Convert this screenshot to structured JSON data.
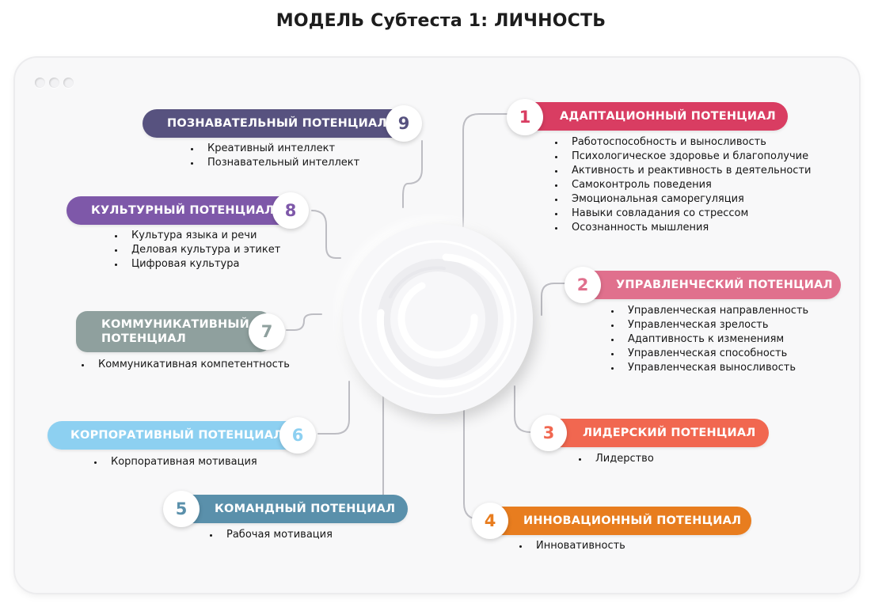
{
  "title": "МОДЕЛЬ Субтеста 1: ЛИЧНОСТЬ",
  "colors": {
    "p1": "#d93d62",
    "p2": "#e0708d",
    "p3": "#f16750",
    "p4": "#e87d1f",
    "p5": "#5a90ab",
    "p6": "#8dd0f1",
    "p7": "#8fa09e",
    "p8": "#7e58a9",
    "p9": "#57527f"
  },
  "potentials": [
    {
      "num": "1",
      "label": "АДАПТАЦИОННЫЙ ПОТЕНЦИАЛ",
      "items": [
        "Работоспособность и выносливость",
        "Психологическое здоровье и благополучие",
        "Активность и реактивность в деятельности",
        "Самоконтроль поведения",
        "Эмоциональная саморегуляция",
        "Навыки совладания со стрессом",
        "Осознанность мышления"
      ]
    },
    {
      "num": "2",
      "label": "УПРАВЛЕНЧЕСКИЙ ПОТЕНЦИАЛ",
      "items": [
        "Управленческая направленность",
        "Управленческая зрелость",
        "Адаптивность к изменениям",
        "Управленческая способность",
        "Управленческая выносливость"
      ]
    },
    {
      "num": "3",
      "label": "ЛИДЕРСКИЙ ПОТЕНЦИАЛ",
      "items": [
        "Лидерство"
      ]
    },
    {
      "num": "4",
      "label": "ИННОВАЦИОННЫЙ ПОТЕНЦИАЛ",
      "items": [
        "Инновативность"
      ]
    },
    {
      "num": "5",
      "label": "КОМАНДНЫЙ ПОТЕНЦИАЛ",
      "items": [
        "Рабочая мотивация"
      ]
    },
    {
      "num": "6",
      "label": "КОРПОРАТИВНЫЙ ПОТЕНЦИАЛ",
      "items": [
        "Корпоративная мотивация"
      ]
    },
    {
      "num": "7",
      "label_line1": "КОММУНИКАТИВНЫЙ",
      "label_line2": "ПОТЕНЦИАЛ",
      "items": [
        "Коммуникативная компетентность"
      ]
    },
    {
      "num": "8",
      "label": "КУЛЬТУРНЫЙ ПОТЕНЦИАЛ",
      "items": [
        "Культура языка и речи",
        "Деловая культура и этикет",
        "Цифровая культура"
      ]
    },
    {
      "num": "9",
      "label": "ПОЗНАВАТЕЛЬНЫЙ ПОТЕНЦИАЛ",
      "items": [
        "Креативный интеллект",
        "Познавательный интеллект"
      ]
    }
  ]
}
